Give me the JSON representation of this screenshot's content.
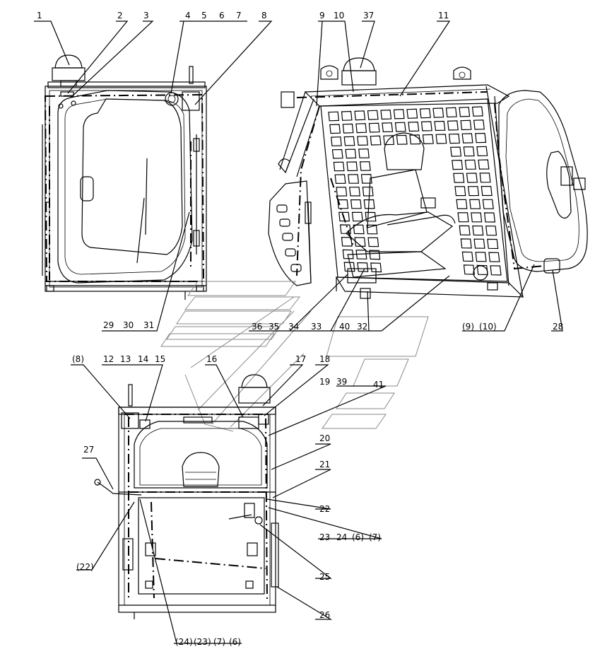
{
  "views": [
    {
      "name": "front-view"
    },
    {
      "name": "isometric-view"
    },
    {
      "name": "rear-view"
    }
  ],
  "labels": {
    "l1": "1",
    "l2": "2",
    "l3": "3",
    "l4": "4",
    "l5": "5",
    "l6": "6",
    "l7": "7",
    "l8": "8",
    "l9": "9",
    "l10": "10",
    "l37": "37",
    "l11": "11",
    "l29": "29",
    "l30": "30",
    "l31": "31",
    "l36": "36",
    "l35": "35",
    "l34": "34",
    "l33": "33",
    "l40": "40",
    "l32": "32",
    "l9b": "(9)",
    "l10b": "(10)",
    "l28": "28",
    "l8b": "(8)",
    "l12": "12",
    "l13": "13",
    "l14": "14",
    "l15": "15",
    "l16": "16",
    "l17": "17",
    "l18": "18",
    "l19": "19",
    "l39": "39",
    "l41": "41",
    "l20": "20",
    "l21": "21",
    "l22": "22",
    "l27": "27",
    "l23": "23",
    "l24": "24",
    "l6b": "(6)",
    "l7b": "(7)",
    "l25": "25",
    "l26": "26",
    "l22b": "(22)",
    "l24b": "(24)",
    "l23b": "(23)",
    "l7c": "(7)",
    "l6c": "(6)"
  },
  "colors": {
    "line": "#000000",
    "grey_panel": "#8a8a8a",
    "background": "#ffffff"
  }
}
